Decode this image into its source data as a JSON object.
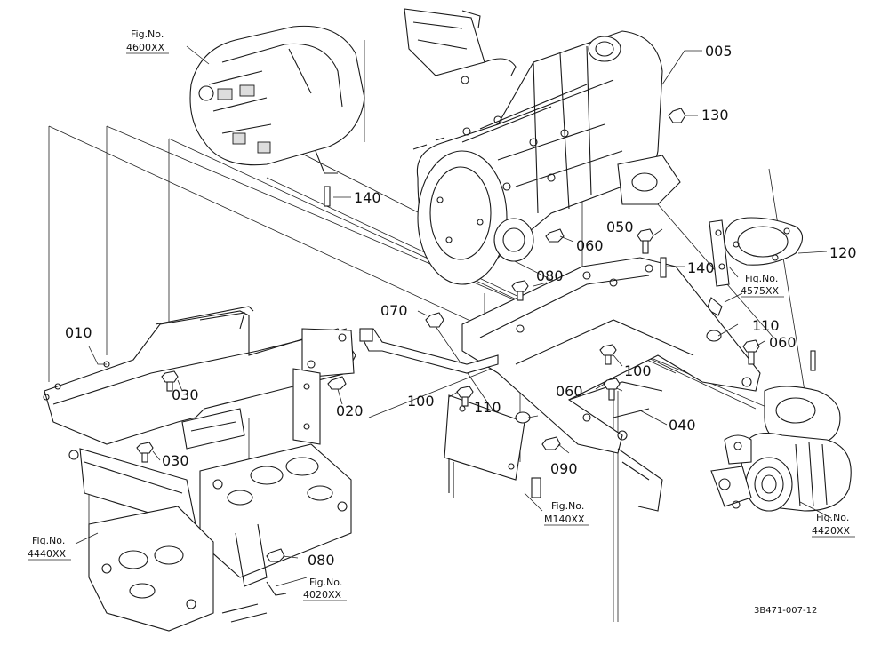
{
  "part_numbers": {
    "p005": "005",
    "p010": "010",
    "p020": "020",
    "p030a": "030",
    "p030b": "030",
    "p040": "040",
    "p050": "050",
    "p060a": "060",
    "p060b": "060",
    "p060c": "060",
    "p070": "070",
    "p080a": "080",
    "p080b": "080",
    "p090": "090",
    "p100a": "100",
    "p100b": "100",
    "p110a": "110",
    "p110b": "110",
    "p120": "120",
    "p130": "130",
    "p140a": "140",
    "p140b": "140"
  },
  "figure_refs": {
    "f4600": {
      "label": "Fig.No.",
      "number": "4600XX"
    },
    "f4575": {
      "label": "Fig.No.",
      "number": "4575XX"
    },
    "f4440": {
      "label": "Fig.No.",
      "number": "4440XX"
    },
    "f4020": {
      "label": "Fig.No.",
      "number": "4020XX"
    },
    "fM140": {
      "label": "Fig.No.",
      "number": "M140XX"
    },
    "f4420": {
      "label": "Fig.No.",
      "number": "4420XX"
    }
  },
  "drawing_code": "3B471-007-12"
}
